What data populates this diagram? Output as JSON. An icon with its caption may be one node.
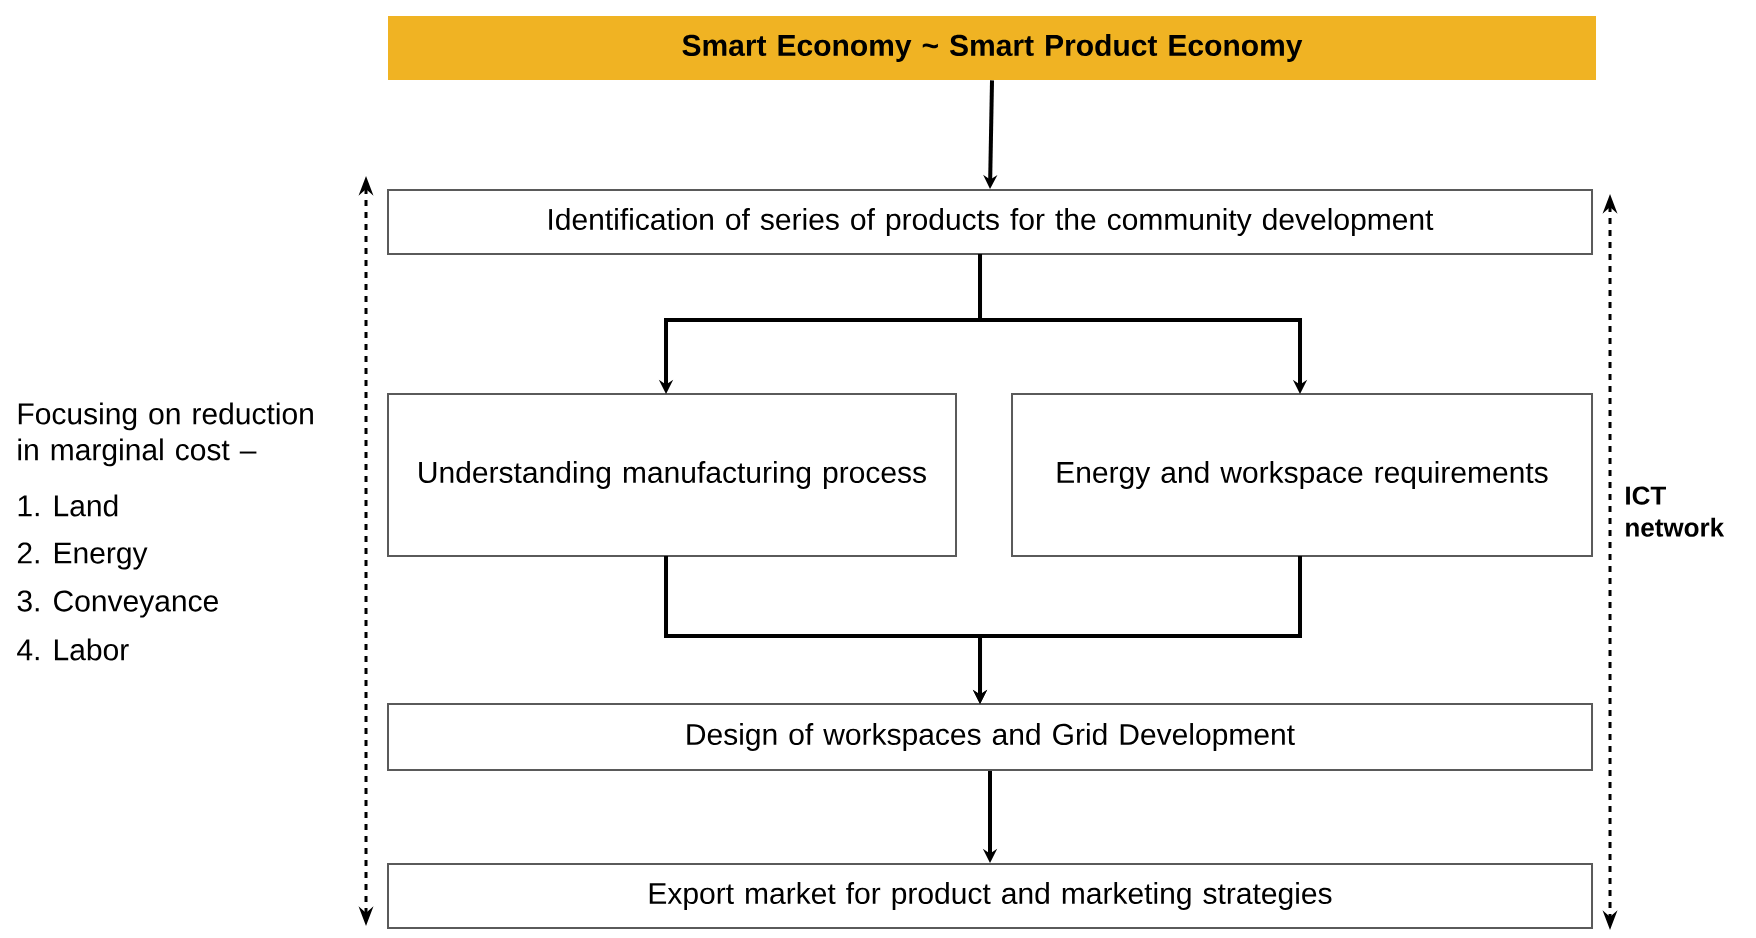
{
  "diagram": {
    "nodes": [
      {
        "text": [
          "Smart Economy ~ Smart Product Economy"
        ]
      },
      {
        "text": [
          "Identification of series of products for the community development"
        ]
      },
      {
        "text": [
          "Understanding manufacturing process"
        ]
      },
      {
        "text": [
          "Energy and workspace requirements"
        ]
      },
      {
        "text": [
          "Design of workspaces and Grid Development"
        ]
      },
      {
        "text": [
          "Export market for product and marketing strategies"
        ]
      }
    ],
    "edges": [
      {
        "from": 0,
        "to": 1,
        "arrow": "to"
      },
      {
        "from": 1,
        "to": 2,
        "arrow": "to"
      },
      {
        "from": 1,
        "to": 3,
        "arrow": "to"
      },
      {
        "from": 2,
        "to": 4,
        "arrow": "to"
      },
      {
        "from": 3,
        "to": 4,
        "arrow": "to"
      },
      {
        "from": 4,
        "to": 5,
        "arrow": "to"
      }
    ],
    "labels": [
      "Focusing on reduction in marginal cost –",
      "1. Land",
      "2. Energy",
      "3. Conveyance",
      "4. Labor",
      "ICT network"
    ]
  }
}
